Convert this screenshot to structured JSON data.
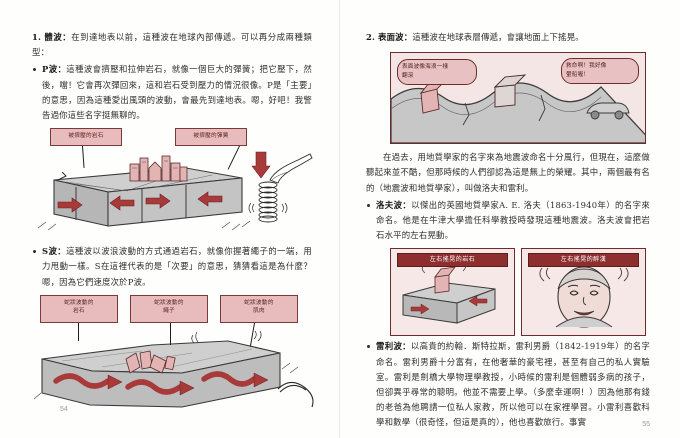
{
  "document": {
    "type": "book-spread",
    "colors": {
      "callout_fill": "#e8bcbc",
      "callout_border": "#7a3a3a",
      "banner_fill": "#8e2f2f",
      "panel_border": "#6d2b2b",
      "rock_gray": "#c9c9c9",
      "arrow_red": "#a83a3a",
      "text": "#2e2e2e"
    }
  },
  "left_page": {
    "page_number": "54",
    "section": {
      "number": "1.",
      "title": "體波",
      "colon": "：",
      "intro": "在到達地表以前，這種波在地球內部傳遞。可以再分成兩種類型："
    },
    "bullets": [
      {
        "term": "P波",
        "colon": "：",
        "text": "這種波會擠壓和拉伸岩石，就像一個巨大的彈簧；把它壓下，然後，噹！它會再次彈回來，這和岩石受到壓力的情況很像。P是「主要」的意思，因為這種愛出風頭的波動，會最先到達地表。嗯，好吧！我警告過你這些名字挺無聊的。"
      },
      {
        "term": "S波",
        "colon": "：",
        "text": "這種波以波浪波動的方式通過岩石，就像你握著繩子的一端，用力甩動一樣。S在這裡代表的是「次要」的意思，猜猜看這是為什麼？嗯，因為它們速度次於P波。"
      }
    ],
    "illustration_p": {
      "name": "p-wave-diagram",
      "callouts": [
        {
          "id": "compressed-rock",
          "lines": [
            "被擠壓的岩石"
          ]
        },
        {
          "id": "compressed-spring",
          "lines": [
            "被擠壓的彈簧"
          ]
        }
      ],
      "arrows": [
        "right",
        "left",
        "right",
        "left"
      ]
    },
    "illustration_s": {
      "name": "s-wave-diagram",
      "callouts": [
        {
          "id": "snaking-rock",
          "lines": [
            "蛇狀波動的",
            "岩石"
          ]
        },
        {
          "id": "snaking-rope",
          "lines": [
            "蛇狀波動的",
            "繩子"
          ]
        },
        {
          "id": "snaking-muscle",
          "lines": [
            "蛇狀波動的",
            "肌肉"
          ]
        }
      ]
    }
  },
  "right_page": {
    "page_number": "55",
    "section": {
      "number": "2.",
      "title": "表面波",
      "colon": "：",
      "intro": "這種波在地球表層傳遞，會讓地面上下搖晃。"
    },
    "illustration_surface": {
      "name": "surface-wave-panel",
      "bubbles": [
        {
          "id": "surface-wave-bubble",
          "lines": [
            "表面波像海浪一樣",
            "翻滾"
          ]
        },
        {
          "id": "seasick-bubble",
          "lines": [
            "救命啊！我好像",
            "暈船喔！"
          ]
        }
      ]
    },
    "paragraph": "在過去，用地質學家的名字來為地震波命名十分風行，但現在，這麼做聽起來並不酷，但那時候的人們卻認為這是無上的榮耀。其中，兩個最有名的（地震波和地質學家），叫做洛夫和雷利。",
    "bullets": [
      {
        "term": "洛夫波",
        "colon": "：",
        "text": "以傑出的英國地質學家A. E. 洛夫（1863-1940年）的名字來命名。他是在牛津大學擔任科學教授時發現這種地震波。洛夫波會把岩石水平的左右晃動。"
      },
      {
        "term": "雷利波",
        "colon": "：",
        "text": "以高貴的約翰．斯特拉斯，雷利男爵（1842-1919年）的名字命名。雷利男爵十分富有，在他奢華的豪宅裡，甚至有自己的私人實驗室。雷利是劍橋大學物理學教授，小時候的雷利是個體弱多病的孩子，但卻異乎尋常的聰明。他並不需要上學。（多麼幸運啊！）因為他那有錢的老爸為他聘請一位私人家教，所以他可以在家裡學習。小雷利喜歡科學和數學（很奇怪，但這是真的），他也喜歡旅行。事實"
      }
    ],
    "illustration_love": {
      "name": "love-wave-panels",
      "banners": [
        {
          "id": "rocks-shaking-left-right",
          "text": "左右搖晃的岩石"
        },
        {
          "id": "drunk-swaying-left-right",
          "text": "左右搖晃的醉漢"
        }
      ]
    }
  }
}
